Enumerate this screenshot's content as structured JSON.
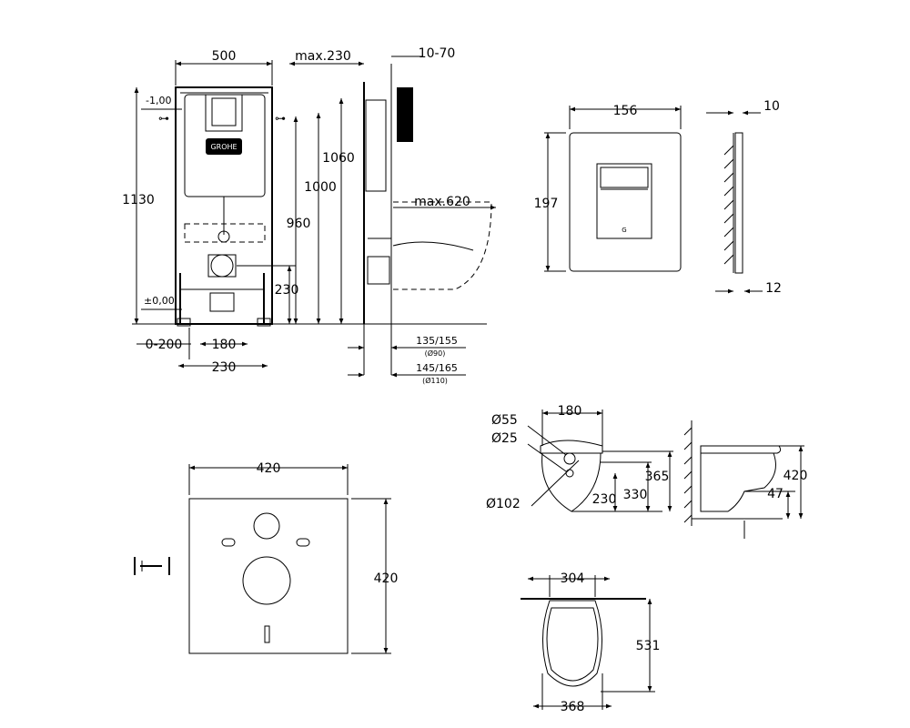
{
  "frame": {
    "width": "500",
    "height": "1130",
    "level_top": "-1,00",
    "level_floor": "±0,00",
    "depth": "max.230",
    "flush_height": "1060",
    "inlet_height_1": "1000",
    "outlet_height": "960",
    "drain_height": "230",
    "foot_adjust": "0-200",
    "foot_spacing_inner": "180",
    "foot_spacing_outer": "230",
    "wall_gap": "10-70",
    "projection": "max.620",
    "drain_offset_a": "135/155",
    "drain_dia_a": "(Ø90)",
    "drain_offset_b": "145/165",
    "drain_dia_b": "(Ø110)"
  },
  "plate": {
    "width": "156",
    "height": "197",
    "depth_top": "10",
    "depth_bottom": "12"
  },
  "mat": {
    "width": "420",
    "height": "420"
  },
  "bowl_front": {
    "dia_55": "Ø55",
    "dia_25": "Ø25",
    "dia_102": "Ø102",
    "width_180": "180",
    "height_365": "365",
    "height_330": "330",
    "height_230": "230"
  },
  "bowl_side": {
    "height": "420",
    "offset": "47"
  },
  "bowl_top": {
    "width_top": "304",
    "length": "531",
    "width_bottom": "368"
  }
}
